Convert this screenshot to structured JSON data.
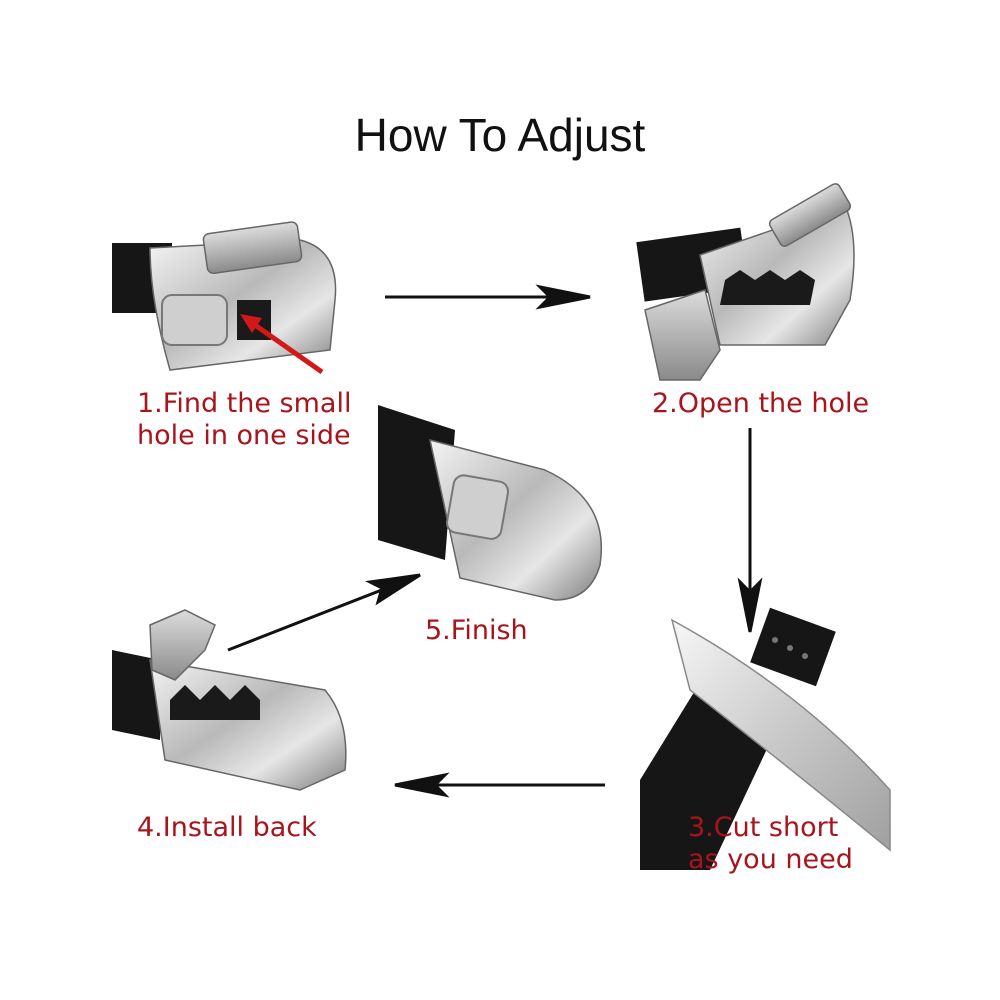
{
  "title": "How To Adjust",
  "accent_color": "#a8141c",
  "steps": [
    {
      "label": "1.Find the small\nhole in one side",
      "image": "buckle-closed-with-pointer-icon"
    },
    {
      "label": "2.Open the hole",
      "image": "buckle-open-icon"
    },
    {
      "label": "3.Cut short\nas you need",
      "image": "knife-cutting-strap-icon"
    },
    {
      "label": "4.Install back",
      "image": "buckle-open-reinstall-icon"
    },
    {
      "label": "5.Finish",
      "image": "buckle-finished-icon"
    }
  ],
  "arrows": [
    "arrow-right-icon",
    "arrow-down-icon",
    "arrow-left-icon",
    "arrow-up-right-icon"
  ]
}
